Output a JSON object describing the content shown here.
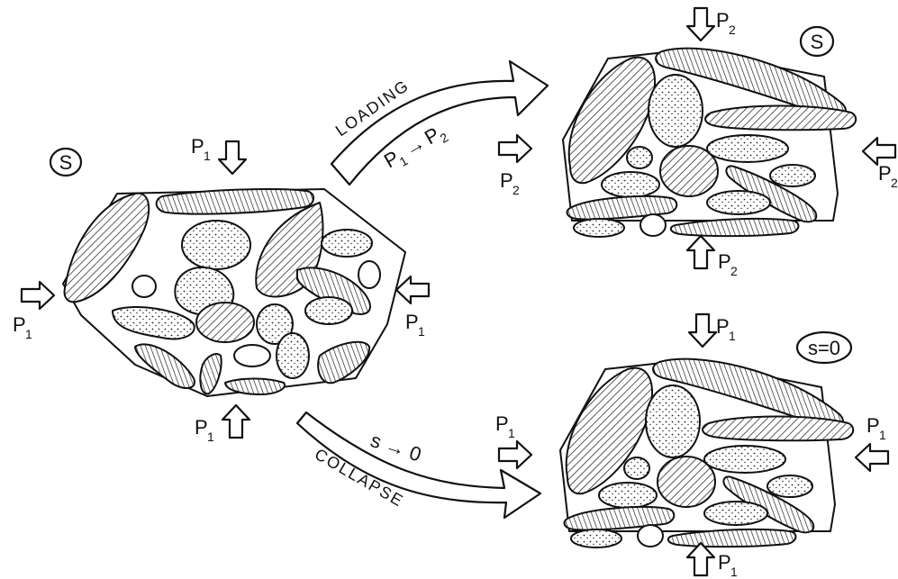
{
  "figure": {
    "initial_state": {
      "suction_label": "S",
      "pressure_label": "P",
      "pressure_sub": "1"
    },
    "loading": {
      "label": "LOADING",
      "relation_from": "P",
      "relation_from_sub": "1",
      "relation_arrow": "→",
      "relation_to": "P",
      "relation_to_sub": "2"
    },
    "loaded_state": {
      "suction_label": "S",
      "pressure_label": "P",
      "pressure_sub": "2"
    },
    "collapse": {
      "label": "COLLAPSE",
      "relation": "s → 0"
    },
    "collapsed_state": {
      "suction_label": "s=0",
      "pressure_label": "P",
      "pressure_sub": "1"
    }
  }
}
